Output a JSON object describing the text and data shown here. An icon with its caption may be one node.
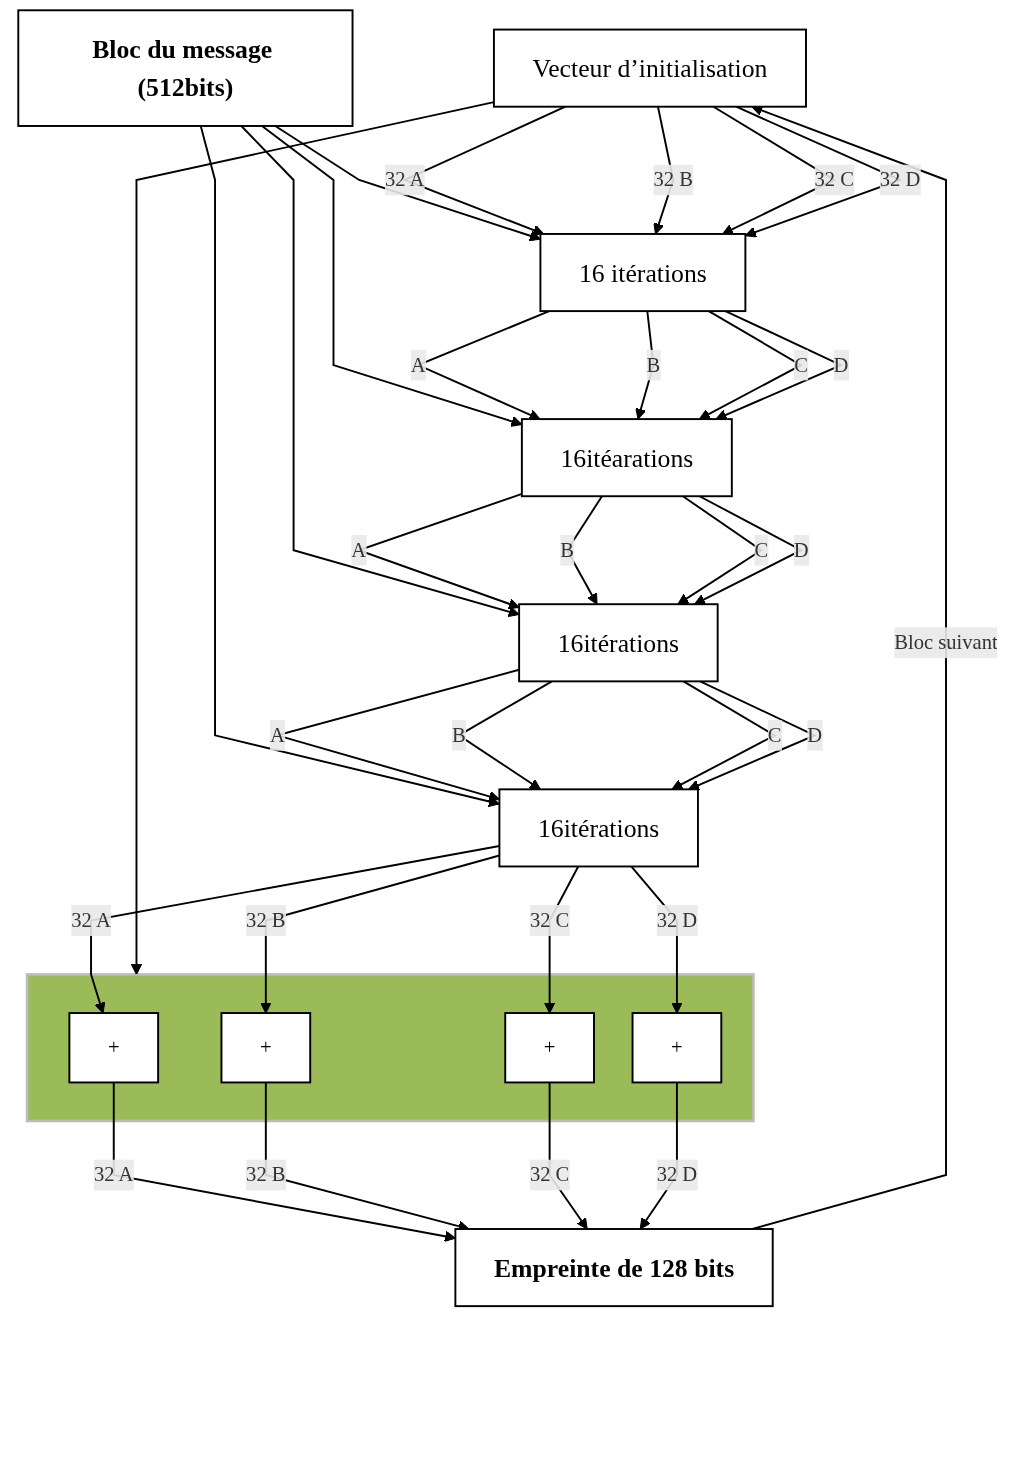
{
  "diagram": {
    "nodes": [
      {
        "text": [
          "Bloc du message (512bits)"
        ]
      },
      {
        "text": [
          "Vecteur d’initialisation"
        ]
      },
      {
        "text": [
          "16 itérations"
        ]
      },
      {
        "text": [
          "16itéarations"
        ]
      },
      {
        "text": [
          "16itérations"
        ]
      },
      {
        "text": [
          "16itérations"
        ]
      },
      {
        "text": [],
        "shape": "bar"
      },
      {
        "text": [
          "+"
        ],
        "in": 6
      },
      {
        "text": [
          "+"
        ],
        "in": 6
      },
      {
        "text": [
          "+"
        ],
        "in": 6
      },
      {
        "text": [
          "+"
        ],
        "in": 6
      },
      {
        "text": [
          "Empreinte de 128 bits"
        ]
      }
    ],
    "edges": [
      {
        "from": 0,
        "to": 2,
        "arrow": "to"
      },
      {
        "from": 0,
        "to": 3,
        "arrow": "to"
      },
      {
        "from": 0,
        "to": 4,
        "arrow": "to"
      },
      {
        "from": 0,
        "to": 5,
        "arrow": "to"
      },
      {
        "from": 1,
        "to": 2,
        "arrow": "to",
        "label": "32 A"
      },
      {
        "from": 1,
        "to": 2,
        "arrow": "to",
        "label": "32 B"
      },
      {
        "from": 1,
        "to": 2,
        "arrow": "to",
        "label": "32 C"
      },
      {
        "from": 1,
        "to": 2,
        "arrow": "to",
        "label": "32 D"
      },
      {
        "from": 2,
        "to": 3,
        "arrow": "to",
        "label": "A"
      },
      {
        "from": 2,
        "to": 3,
        "arrow": "to",
        "label": "B"
      },
      {
        "from": 2,
        "to": 3,
        "arrow": "to",
        "label": "C"
      },
      {
        "from": 2,
        "to": 3,
        "arrow": "to",
        "label": "D"
      },
      {
        "from": 3,
        "to": 4,
        "arrow": "to",
        "label": "A"
      },
      {
        "from": 3,
        "to": 4,
        "arrow": "to",
        "label": "B"
      },
      {
        "from": 3,
        "to": 4,
        "arrow": "to",
        "label": "C"
      },
      {
        "from": 3,
        "to": 4,
        "arrow": "to",
        "label": "D"
      },
      {
        "from": 4,
        "to": 5,
        "arrow": "to",
        "label": "A"
      },
      {
        "from": 4,
        "to": 5,
        "arrow": "to",
        "label": "B"
      },
      {
        "from": 4,
        "to": 5,
        "arrow": "to",
        "label": "C"
      },
      {
        "from": 4,
        "to": 5,
        "arrow": "to",
        "label": "D"
      },
      {
        "from": 5,
        "to": 7,
        "arrow": "to",
        "label": "32 A"
      },
      {
        "from": 5,
        "to": 8,
        "arrow": "to",
        "label": "32 B"
      },
      {
        "from": 5,
        "to": 9,
        "arrow": "to",
        "label": "32 C"
      },
      {
        "from": 5,
        "to": 10,
        "arrow": "to",
        "label": "32 D"
      },
      {
        "from": 1,
        "to": 6,
        "arrow": "to"
      },
      {
        "from": 7,
        "to": 11,
        "arrow": "to",
        "label": "32 A"
      },
      {
        "from": 8,
        "to": 11,
        "arrow": "to",
        "label": "32 B"
      },
      {
        "from": 9,
        "to": 11,
        "arrow": "to",
        "label": "32 C"
      },
      {
        "from": 10,
        "to": 11,
        "arrow": "to",
        "label": "32 D"
      },
      {
        "from": 11,
        "to": 1,
        "arrow": "to",
        "label": "Bloc suivant"
      }
    ]
  }
}
